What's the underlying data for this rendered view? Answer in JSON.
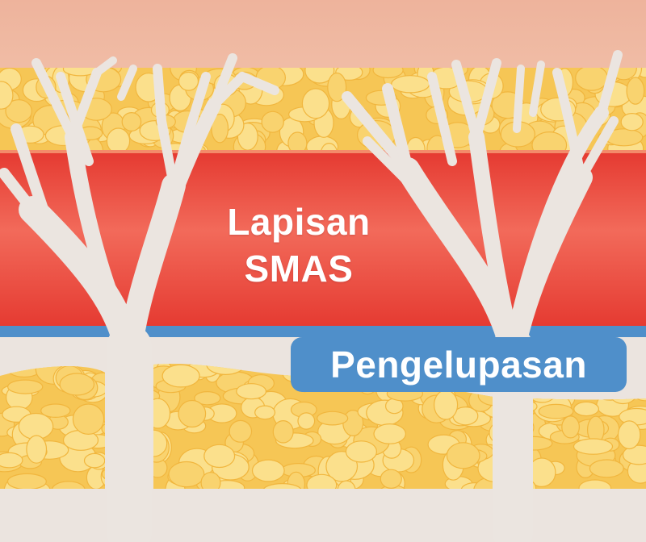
{
  "labels": {
    "smas_line1": "Lapisan",
    "smas_line2": "SMAS",
    "dissection": "Pengelupasan"
  },
  "colors": {
    "skin_top": "#efb69f",
    "fat_yellow": "#f7c95a",
    "fat_cell": "#fbe08c",
    "smas_red": "#e8403a",
    "dissection_blue": "#4f8fca",
    "ligament_white": "#ebe5e0",
    "label_white": "#ffffff"
  },
  "icons": {
    "ligament_left": "retaining-ligament-tree",
    "ligament_right": "retaining-ligament-tree"
  }
}
